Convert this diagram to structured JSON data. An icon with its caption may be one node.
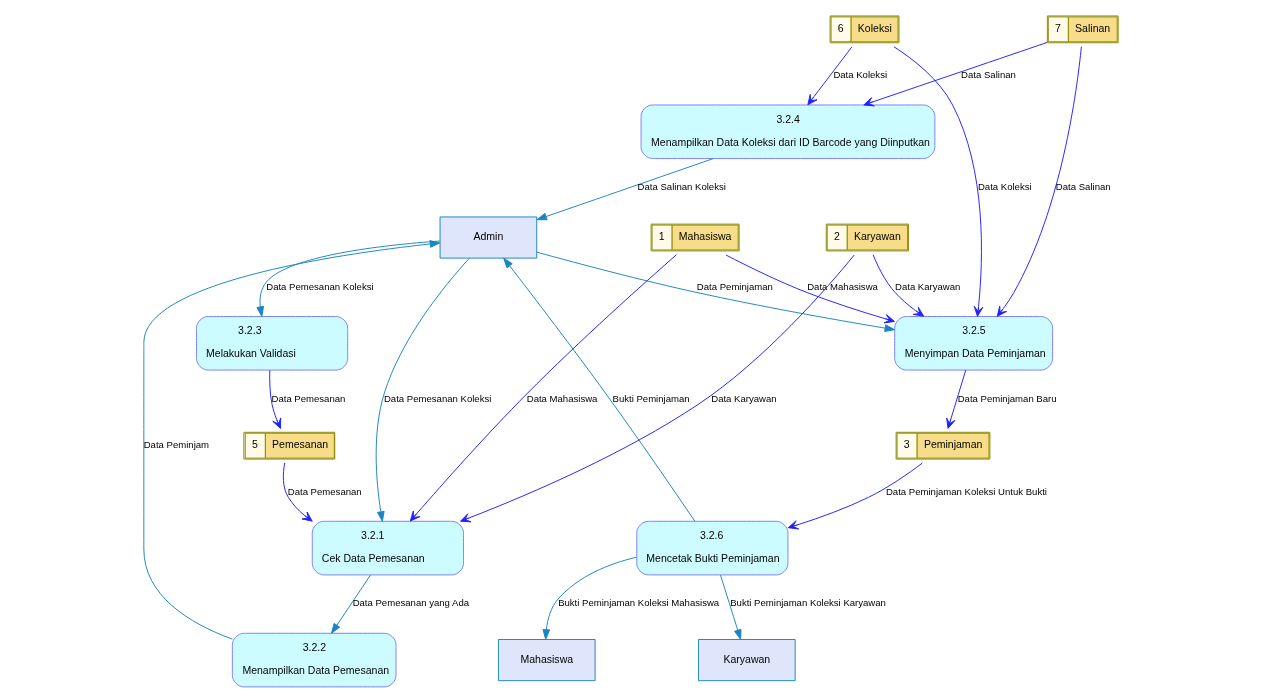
{
  "diagram": {
    "nodes": [
      {
        "text": [
          "Admin"
        ]
      },
      {
        "text": [
          "3.2.1",
          "Cek Data Pemesanan"
        ]
      },
      {
        "text": [
          "3.2.2",
          "Menampilkan Data Pemesanan"
        ]
      },
      {
        "text": [
          "3.2.3",
          "Melakukan Validasi"
        ]
      },
      {
        "text": [
          "3.2.4",
          "Menampilkan Data Koleksi dari ID Barcode yang Diinputkan"
        ]
      },
      {
        "text": [
          "3.2.5",
          "Menyimpan Data Peminjaman"
        ]
      },
      {
        "text": [
          "3.2.6",
          "Mencetak Bukti Peminjaman"
        ]
      },
      {
        "text": [
          "7",
          "Salinan"
        ]
      },
      {
        "text": [
          "3",
          "Peminjaman"
        ]
      },
      {
        "text": [
          "Karyawan"
        ]
      },
      {
        "text": [
          "5",
          "Pemesanan"
        ]
      },
      {
        "text": [
          "6",
          "Koleksi"
        ]
      },
      {
        "text": [
          "1",
          "Mahasiswa"
        ]
      },
      {
        "text": [
          "Mahasiswa"
        ]
      },
      {
        "text": [
          "2",
          "Karyawan"
        ]
      }
    ],
    "edges": [
      {
        "from": 0,
        "to": 1,
        "arrow": "to",
        "label": "Data Pemesanan Koleksi",
        "color": "#1a85c0"
      },
      {
        "from": 2,
        "to": 0,
        "arrow": "to",
        "label": "Data Peminjam",
        "color": "#1a85c0"
      },
      {
        "from": 6,
        "to": 0,
        "arrow": "to",
        "label": "Bukti Peminjaman",
        "color": "#1a85c0"
      },
      {
        "from": 0,
        "to": 5,
        "arrow": "to",
        "label": "Data Peminjaman",
        "color": "#1a85c0"
      },
      {
        "from": 1,
        "to": 2,
        "arrow": "to",
        "label": "Data Pemesanan yang Ada",
        "color": "#1a85c0"
      },
      {
        "from": 0,
        "to": 3,
        "arrow": "to",
        "label": "Data Pemesanan Koleksi",
        "color": "#1a85c0"
      },
      {
        "from": 4,
        "to": 0,
        "arrow": "to",
        "label": "Data Salinan Koleksi",
        "color": "#1a85c0"
      },
      {
        "from": 7,
        "to": 4,
        "arrow": "to",
        "label": "Data Salinan"
      },
      {
        "from": 7,
        "to": 5,
        "arrow": "to",
        "label": "Data Salinan"
      },
      {
        "from": 5,
        "to": 8,
        "arrow": "to",
        "label": "Data Peminjaman Baru"
      },
      {
        "from": 8,
        "to": 6,
        "arrow": "to",
        "label": "Data Peminjaman Koleksi Untuk Bukti"
      },
      {
        "from": 6,
        "to": 9,
        "arrow": "to",
        "label": "Bukti Peminjaman Koleksi Karyawan",
        "color": "#1a85c0"
      },
      {
        "from": 3,
        "to": 10,
        "arrow": "to",
        "label": "Data Pemesanan"
      },
      {
        "from": 10,
        "to": 1,
        "arrow": "to",
        "label": "Data Pemesanan"
      },
      {
        "from": 11,
        "to": 4,
        "arrow": "to",
        "label": "Data Koleksi"
      },
      {
        "from": 11,
        "to": 5,
        "arrow": "to",
        "label": "Data Koleksi"
      },
      {
        "from": 12,
        "to": 5,
        "arrow": "to",
        "label": "Data Mahasiswa"
      },
      {
        "from": 12,
        "to": 1,
        "arrow": "to",
        "label": "Data Mahasiswa"
      },
      {
        "from": 14,
        "to": 5,
        "arrow": "to",
        "label": "Data Karyawan"
      },
      {
        "from": 14,
        "to": 1,
        "arrow": "to",
        "label": "Data Karyawan"
      },
      {
        "from": 6,
        "to": 13,
        "arrow": "to",
        "label": "Bukti Peminjaman Koleksi Mahasiswa",
        "color": "#1a85c0"
      }
    ]
  }
}
